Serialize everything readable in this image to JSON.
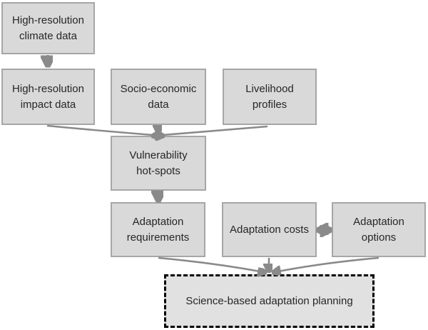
{
  "diagram": {
    "colors": {
      "background": "#ffffff",
      "box_fill": "#d9d9d9",
      "box_border": "#a6a6a6",
      "dashed_box_fill": "#e1e1e1",
      "dashed_box_border": "#000000",
      "arrow": "#8a8a8a",
      "text": "#262626"
    },
    "nodes": [
      {
        "id": "high-resolution-climate-data",
        "line1": "High-resolution",
        "line2": "climate data"
      },
      {
        "id": "high-resolution-impact-data",
        "line1": "High-resolution",
        "line2": "impact data"
      },
      {
        "id": "socio-economic-data",
        "line1": "Socio-economic",
        "line2": "data"
      },
      {
        "id": "livelihood-profiles",
        "line1": "Livelihood",
        "line2": "profiles"
      },
      {
        "id": "vulnerability-hot-spots",
        "line1": "Vulnerability",
        "line2": "hot-spots"
      },
      {
        "id": "adaptation-requirements",
        "line1": "Adaptation",
        "line2": "requirements"
      },
      {
        "id": "adaptation-costs",
        "line1": "Adaptation costs"
      },
      {
        "id": "adaptation-options",
        "line1": "Adaptation",
        "line2": "options"
      },
      {
        "id": "science-based-adaptation-planning",
        "line1": "Science-based adaptation planning"
      }
    ],
    "edges": [
      {
        "from": "high-resolution-climate-data",
        "to": "high-resolution-impact-data",
        "type": "arrow"
      },
      {
        "from": "high-resolution-impact-data",
        "to": "vulnerability-hot-spots",
        "type": "arrow"
      },
      {
        "from": "socio-economic-data",
        "to": "vulnerability-hot-spots",
        "type": "arrow"
      },
      {
        "from": "livelihood-profiles",
        "to": "vulnerability-hot-spots",
        "type": "arrow"
      },
      {
        "from": "vulnerability-hot-spots",
        "to": "adaptation-requirements",
        "type": "arrow"
      },
      {
        "from": "adaptation-requirements",
        "to": "science-based-adaptation-planning",
        "type": "arrow"
      },
      {
        "from": "adaptation-costs",
        "to": "science-based-adaptation-planning",
        "type": "arrow"
      },
      {
        "from": "adaptation-options",
        "to": "science-based-adaptation-planning",
        "type": "arrow"
      },
      {
        "from": "adaptation-costs",
        "to": "adaptation-options",
        "type": "double-arrow"
      }
    ]
  }
}
